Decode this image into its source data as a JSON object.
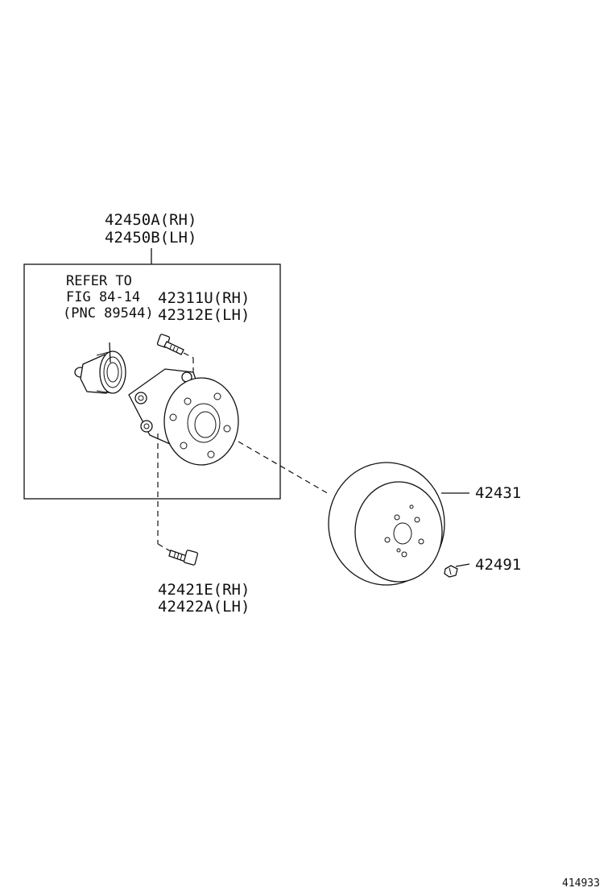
{
  "assembly": {
    "part_no_rh": "42450A(RH)",
    "part_no_lh": "42450B(LH)"
  },
  "refer_note": {
    "line1": "REFER TO",
    "line2": "FIG 84-14",
    "line3": "(PNC 89544)"
  },
  "hub_bolt": {
    "part_no_rh": "42311U(RH)",
    "part_no_lh": "42312E(LH)"
  },
  "mount_bolt": {
    "part_no_rh": "42421E(RH)",
    "part_no_lh": "42422A(LH)"
  },
  "disc": {
    "part_no": "42431"
  },
  "disc_screw": {
    "part_no": "42491"
  },
  "illustration_no": "414933"
}
